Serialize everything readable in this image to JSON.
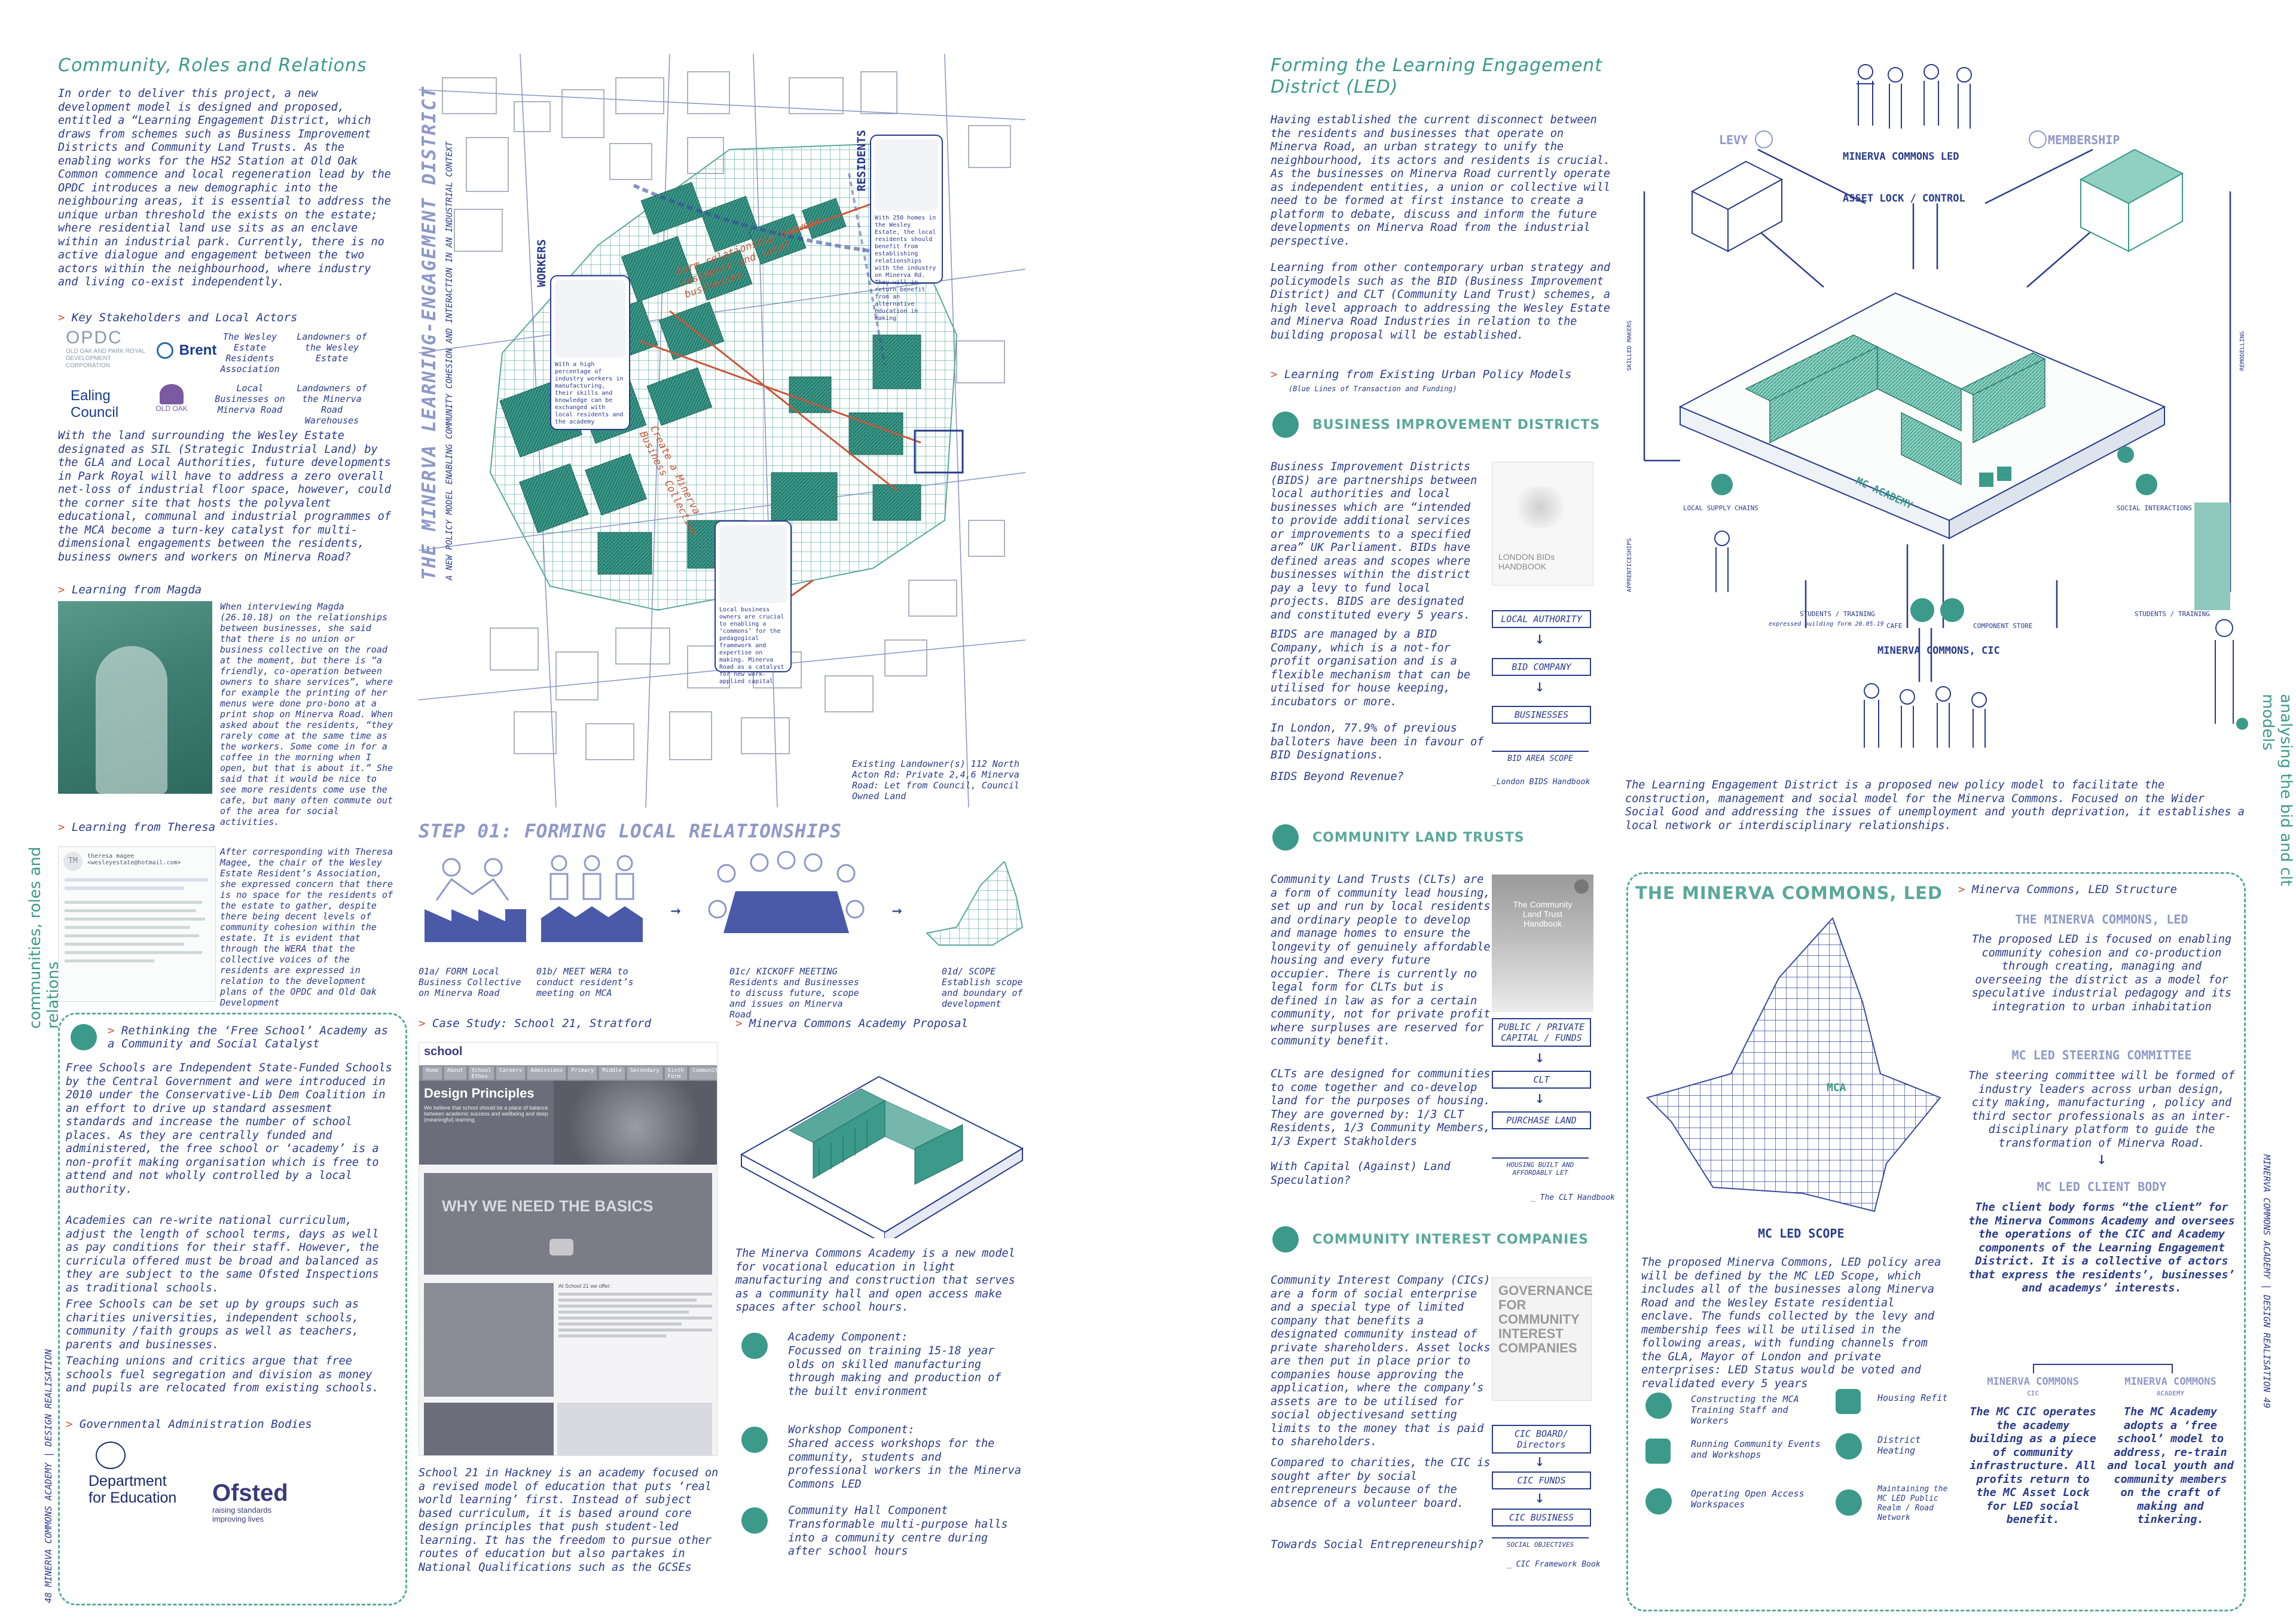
{
  "left": {
    "section_title": "Community, Roles and Relations",
    "intro": "In order to deliver this project, a new development model is designed and proposed, entitled a “Learning Engagement District, which draws from schemes such as Business Improvement Districts and Community Land Trusts. As the enabling works for the HS2 Station at Old Oak Common commence and local regeneration lead by the OPDC introduces a new demographic into the neighbouring areas, it is essential to address the unique urban threshold the exists on the estate; where residential land use sits as an enclave within an industrial park. Currently, there is no active dialogue and engagement between the two actors within the neighbourhood, where industry and living co-exist independently.",
    "stakeholders_heading": "Key Stakeholders and Local Actors",
    "logo_opdc": "OPDC",
    "logo_opdc_sub": "OLD OAK AND PARK ROYAL DEVELOPMENT CORPORATION",
    "logo_brent": "Brent",
    "logo_ealing": "Ealing Council",
    "logo_oldoak": "OLD OAK",
    "stakeholder_1": "The Wesley Estate Residents Association",
    "stakeholder_2": "Landowners of the Wesley Estate",
    "stakeholder_3": "Local Businesses on Minerva Road",
    "stakeholder_4": "Landowners of the Minerva Road Warehouses",
    "land_text": "With the land surrounding the Wesley Estate designated as SIL (Strategic Industrial Land) by the GLA and Local Authorities, future developments in Park Royal will have to address a zero overall net-loss of industrial floor space, however, could the corner site that hosts the polyvalent educational, communal and industrial programmes of the MCA become a turn-key catalyst for multi-dimensional engagements between the residents, business owners and workers on Minerva Road?",
    "magda_heading": "Learning from Magda",
    "magda_text": "When interviewing Magda (26.10.18) on the relationships between businesses, she said that there is no union or business collective on the road at the moment, but there is “a friendly, co-operation between owners to share services”, where for example the printing of her menus were done pro-bono at a print shop on Minerva Road. When asked about the residents, “they rarely come at the same time as the workers. Some come in for a coffee in the morning when I open, but that is about it.” She said that it would be nice to see more residents come use the cafe, but many often commute out of the area for social activities.",
    "theresa_heading": "Learning from Theresa",
    "theresa_text": "After corresponding with Theresa Magee, the chair of the Wesley Estate Resident’s Association, she expressed concern that there is no space for the residents of the estate to gather, despite there being decent levels of community cohesion within the estate. It is evident that through the WERA that the collective voices of the residents are expressed in relation to the development plans of the OPDC and Old Oak Development",
    "email_initials": "TM",
    "email_name": "theresa magee <wesleyestate@hotmail.com>",
    "vertical_label": "communities, roles and relations",
    "footer": "48 MINERVA COMMONS ACADEMY | DESIGN REALISATION"
  },
  "freeschool": {
    "heading": "Rethinking the ‘Free School’ Academy as a Community and Social Catalyst",
    "p1": "Free Schools are Independent State-Funded Schools by the Central Government and were introduced in 2010 under the Conservative-Lib Dem Coalition in an effort to drive up standard assesment standards and increase the number of school places.  As they are centrally funded and administered, the free school or ‘academy’ is a non-profit making organisation which is free to attend and not wholly controlled by a local authority.",
    "p2": "Academies can re-write national curriculum, adjust the length of school terms, days as well as pay conditions for their staff. However, the curricula offered must be broad and balanced as they are subject to the same Ofsted Inspections as traditional schools.",
    "p3": "Free Schools can be set up by groups such as charities universities, independent schools, community /faith groups as well as teachers, parents and businesses.",
    "p4": "Teaching unions and critics argue that free schools fuel segregation and division as money and pupils are relocated from existing schools.",
    "gov_heading": "Governmental Administration Bodies",
    "dfe_line1": "Department",
    "dfe_line2": "for Education",
    "ofsted": "Ofsted",
    "ofsted_sub": "raising standards improving lives"
  },
  "map": {
    "vertical_title": "THE MINERVA LEARNING-ENGAGEMENT DISTRICT",
    "vertical_sub": "A NEW POLICY MODEL ENABLING COMMUNITY COHESION AND INTERACTION IN AN INDUSTRIAL CONTEXT",
    "label_workers": "WORKERS",
    "label_residents": "RESIDENTS",
    "label_relationship": "Form relationship between residents and local businesses",
    "label_create": "Create a Minerva Business Collective",
    "callout_1": "With 250 homes in the Wesley Estate, the local residents should benefit from establishing relationships with the industry on Minerva Rd. They will in return benefit from an alternative education in making",
    "callout_2": "With a high percentage of industry workers in manufacturing, their skills and knowledge can be exchanged with local residents and the academy",
    "callout_3": "Local business owners are crucial to enabling a ‘commons’ for the pedagogical framework and expertise on making. Minerva Road as a catalyst for new work-applied capital",
    "landowner": "Existing Landowner(s) 112 North Acton Rd: Private 2,4,6 Minerva Road: Let from Council, Council Owned Land"
  },
  "step01": {
    "title": "STEP 01: FORMING LOCAL RELATIONSHIPS",
    "s1": "01a/ FORM Local Business Collective on Minerva Road",
    "s2": "01b/ MEET WERA to conduct resident’s meeting on MCA",
    "s3": "01c/ KICKOFF MEETING Residents and Businesses to discuss future, scope and issues on Minerva Road",
    "s4": "01d/ SCOPE Establish scope and boundary of development"
  },
  "school21": {
    "heading": "Case Study: School 21, Stratford",
    "logo": "school",
    "nav": [
      "Home",
      "About",
      "School Ethos",
      "Careers",
      "Admissions",
      "Primary",
      "Middle",
      "Secondary",
      "Sixth Form",
      "Community"
    ],
    "banner_title": "Design Principles",
    "banner_text": "We believe that school should be a place of balance between academic success and wellbeing and deep (meaningful) learning.",
    "video_text": "WHY WE NEED THE BASICS",
    "body_lines": "At School 21 we offer:",
    "caption": "School 21 in Hackney is an academy focused on a revised model of education that puts ‘real world learning’ first. Instead of subject based curriculum, it is based around core design principles that push student-led learning. It has the freedom to pursue other routes of education but also partakes in National Qualifications such as the GCSEs"
  },
  "mca": {
    "heading": "Minerva Commons Academy Proposal",
    "intro": "The Minerva Commons Academy is a new model for vocational education in light manufacturing and construction that serves as a community hall and open access make spaces after school hours.",
    "c1_title": "Academy Component:",
    "c1_text": "Focussed on training 15-18 year olds on skilled manufacturing through making and production of the built environment",
    "c2_title": "Workshop Component:",
    "c2_text": "Shared access workshops for the community, students and professional workers in the Minerva Commons LED",
    "c3_title": "Community Hall Component",
    "c3_text": "Transformable multi-purpose halls into a community centre during after school hours"
  },
  "right": {
    "section_title": "Forming the Learning Engagement District (LED)",
    "p1": "Having established the current disconnect between the residents and businesses that operate on Minerva Road, an urban strategy to unify the neighbourhood, its actors and residents is crucial. As the businesses on Minerva Road currently operate as independent entities, a union or collective will need to be formed at first instance to create a platform to debate, discuss and inform the future developments on Minerva Road from the industrial perspective.",
    "p2": "Learning from other contemporary urban strategy and policymodels such as the BID (Business Improvement District) and CLT (Community Land Trust) schemes, a high level approach to addressing the Wesley Estate and Minerva Road Industries in relation to the building proposal will be established.",
    "policy_heading": "Learning from Existing Urban Policy Models",
    "policy_sub": "(Blue Lines of Transaction and Funding)",
    "bid_heading": "BUSINESS IMPROVEMENT DISTRICTS",
    "bid_p1": "Business Improvement Districts (BIDS) are partnerships between local authorities and local businesses which are “intended to provide additional services or improvements to a specified area” UK Parliament. BIDs  have defined areas and scopes where businesses within the district pay a levy to fund local projects. BIDS are designated and constituted every 5 years.",
    "bid_p2": "BIDS are managed by a BID Company, which is a not-for profit organisation and is a flexible mechanism that can be utilised for house keeping, incubators or more.",
    "bid_p3": "In London, 77.9% of previous balloters have been in favour of BID Designations.",
    "bid_q": "BIDS Beyond Revenue?",
    "bid_book": "LONDON BIDs HANDBOOK",
    "bid_flow": [
      "LOCAL AUTHORITY",
      "BID COMPANY",
      "BUSINESSES",
      "BID AREA SCOPE"
    ],
    "bid_cap": "_London BIDS Handbook",
    "clt_heading": "COMMUNITY LAND TRUSTS",
    "clt_p1": "Community Land Trusts (CLTs) are a form of community lead housing, set up and run by local residents and ordinary people to develop and manage homes to ensure the longevity of genuinely affordable housing and every future occupier. There is currently no legal form for CLTs but is defined in law as for a certain community, not for private profit where surpluses are reserved for community benefit.",
    "clt_p2": "CLTs are designed for communities to come together and co-develop land for the purposes of housing. They are governed by: 1/3 CLT Residents, 1/3 Community Members, 1/3 Expert Stakholders",
    "clt_q": "With Capital (Against) Land Speculation?",
    "clt_book": "The Community Land Trust Handbook",
    "clt_flow": [
      "PUBLIC / PRIVATE CAPITAL / FUNDS",
      "CLT",
      "PURCHASE LAND",
      "HOUSING BUILT AND AFFORDABLY LET"
    ],
    "clt_cap": "_ The CLT Handbook",
    "cic_heading": "COMMUNITY INTEREST COMPANIES",
    "cic_p1": "Community Interest Company (CICs) are a form of social enterprise and a special type of limited company that benefits a designated community instead of private shareholders. Asset locks are then put in place prior to companies house approving the application, where the company’s assets are to be utilised for social objectivesand setting limits to the money that is paid to shareholders.",
    "cic_p2": "Compared to charities, the CIC is sought after by social entrepreneurs because of the absence of a volunteer board.",
    "cic_q": "Towards Social Entrepreneurship?",
    "cic_book": "GOVERNANCE FOR COMMUNITY INTEREST COMPANIES",
    "cic_flow": [
      "CIC BOARD/ Directors",
      "CIC FUNDS",
      "CIC BUSINESS",
      "SOCIAL OBJECTIVES"
    ],
    "cic_cap": "_ CIC Framework Book",
    "vertical_label": "analysing the bid and clt models",
    "footer": "MINERVA COMMONS ACADEMY | DESIGN REALISATION 49"
  },
  "diagram": {
    "levy": "LEVY",
    "membership": "MEMBERSHIP",
    "led": "MINERVA COMMONS LED",
    "asset_lock": "ASSET LOCK / CONTROL",
    "mc_academy": "MC ACADEMY",
    "local_supply": "LOCAL SUPPLY CHAINS",
    "social_int": "SOCIAL INTERACTIONS",
    "students_1": "STUDENTS / TRAINING",
    "students_2": "STUDENTS / TRAINING",
    "cafe": "CAFE",
    "component": "COMPONENT STORE",
    "cic": "MINERVA COMMONS, CIC",
    "expressed": "expressed building form 20.05.19",
    "skilled": "SKILLED MAKERS",
    "apprentices": "APPRENTICESHIPS",
    "remodelling": "REMODELLING",
    "caption": "The Learning Engagement District is a proposed new policy model to facilitate the construction, management and social model for the Minerva Commons. Focused on the Wider Social Good and addressing the issues of unemployment and youth deprivation, it establishes a local network or interdisciplinary relationships.",
    "caption_link": "proposed new policy model"
  },
  "led": {
    "box_title": "THE MINERVA COMMONS, LED",
    "structure_heading": "Minerva Commons, LED Structure",
    "mca_label": "MCA",
    "scope_label": "MC LED SCOPE",
    "scope_text": "The proposed Minerva Commons, LED policy area will be  defined by the MC LED Scope, which includes all of the businesses along Minerva Road and the Wesley Estate residential enclave. The funds collected by the levy and membership fees will be utilised in the following areas, with funding channels from the GLA, Mayor of London and private enterprises: LED Status would be voted and revalidated every 5 years",
    "h1": "THE MINERVA COMMONS, LED",
    "t1": "The proposed LED is focused on enabling community cohesion and co-production through creating, managing and overseeing the district as a model for speculative industrial pedagogy and its integration to urban inhabitation",
    "h2": "MC LED STEERING COMMITTEE",
    "t2": "The steering committee will be formed of industry leaders across urban design, city making, manufacturing , policy and third sector professionals as an inter-disciplinary platform to guide the transformation of Minerva Road.",
    "h3": "MC LED CLIENT BODY",
    "t3": "The client body forms “the client” for the Minerva Commons Academy and oversees the operations of the CIC and Academy components of the Learning Engagement District. It is a collective of actors that express the residents’, businesses’ and academys’ interests.",
    "h4a": "MINERVA COMMONS",
    "h4a_sub": "CIC",
    "t4a": "The MC CIC operates the academy building as a piece of community infrastructure. All profits return to the MC Asset Lock for LED social benefit.",
    "h4b": "MINERVA COMMONS",
    "h4b_sub": "ACADEMY",
    "t4b": "The MC Academy adopts a ‘free school’ model to address, re-train and local youth and community members on the craft of making and tinkering.",
    "f1": "Constructing the MCA Training Staff and Workers",
    "f2": "Running Community Events and Workshops",
    "f3": "Operating Open Access Workspaces",
    "f4": "Housing Refit",
    "f5": "District Heating",
    "f6": "Maintaining the MC LED Public Realm / Road Network"
  },
  "colors": {
    "teal": "#3b9a8a",
    "navy": "#2a3a8c",
    "accent": "#c9573a"
  }
}
